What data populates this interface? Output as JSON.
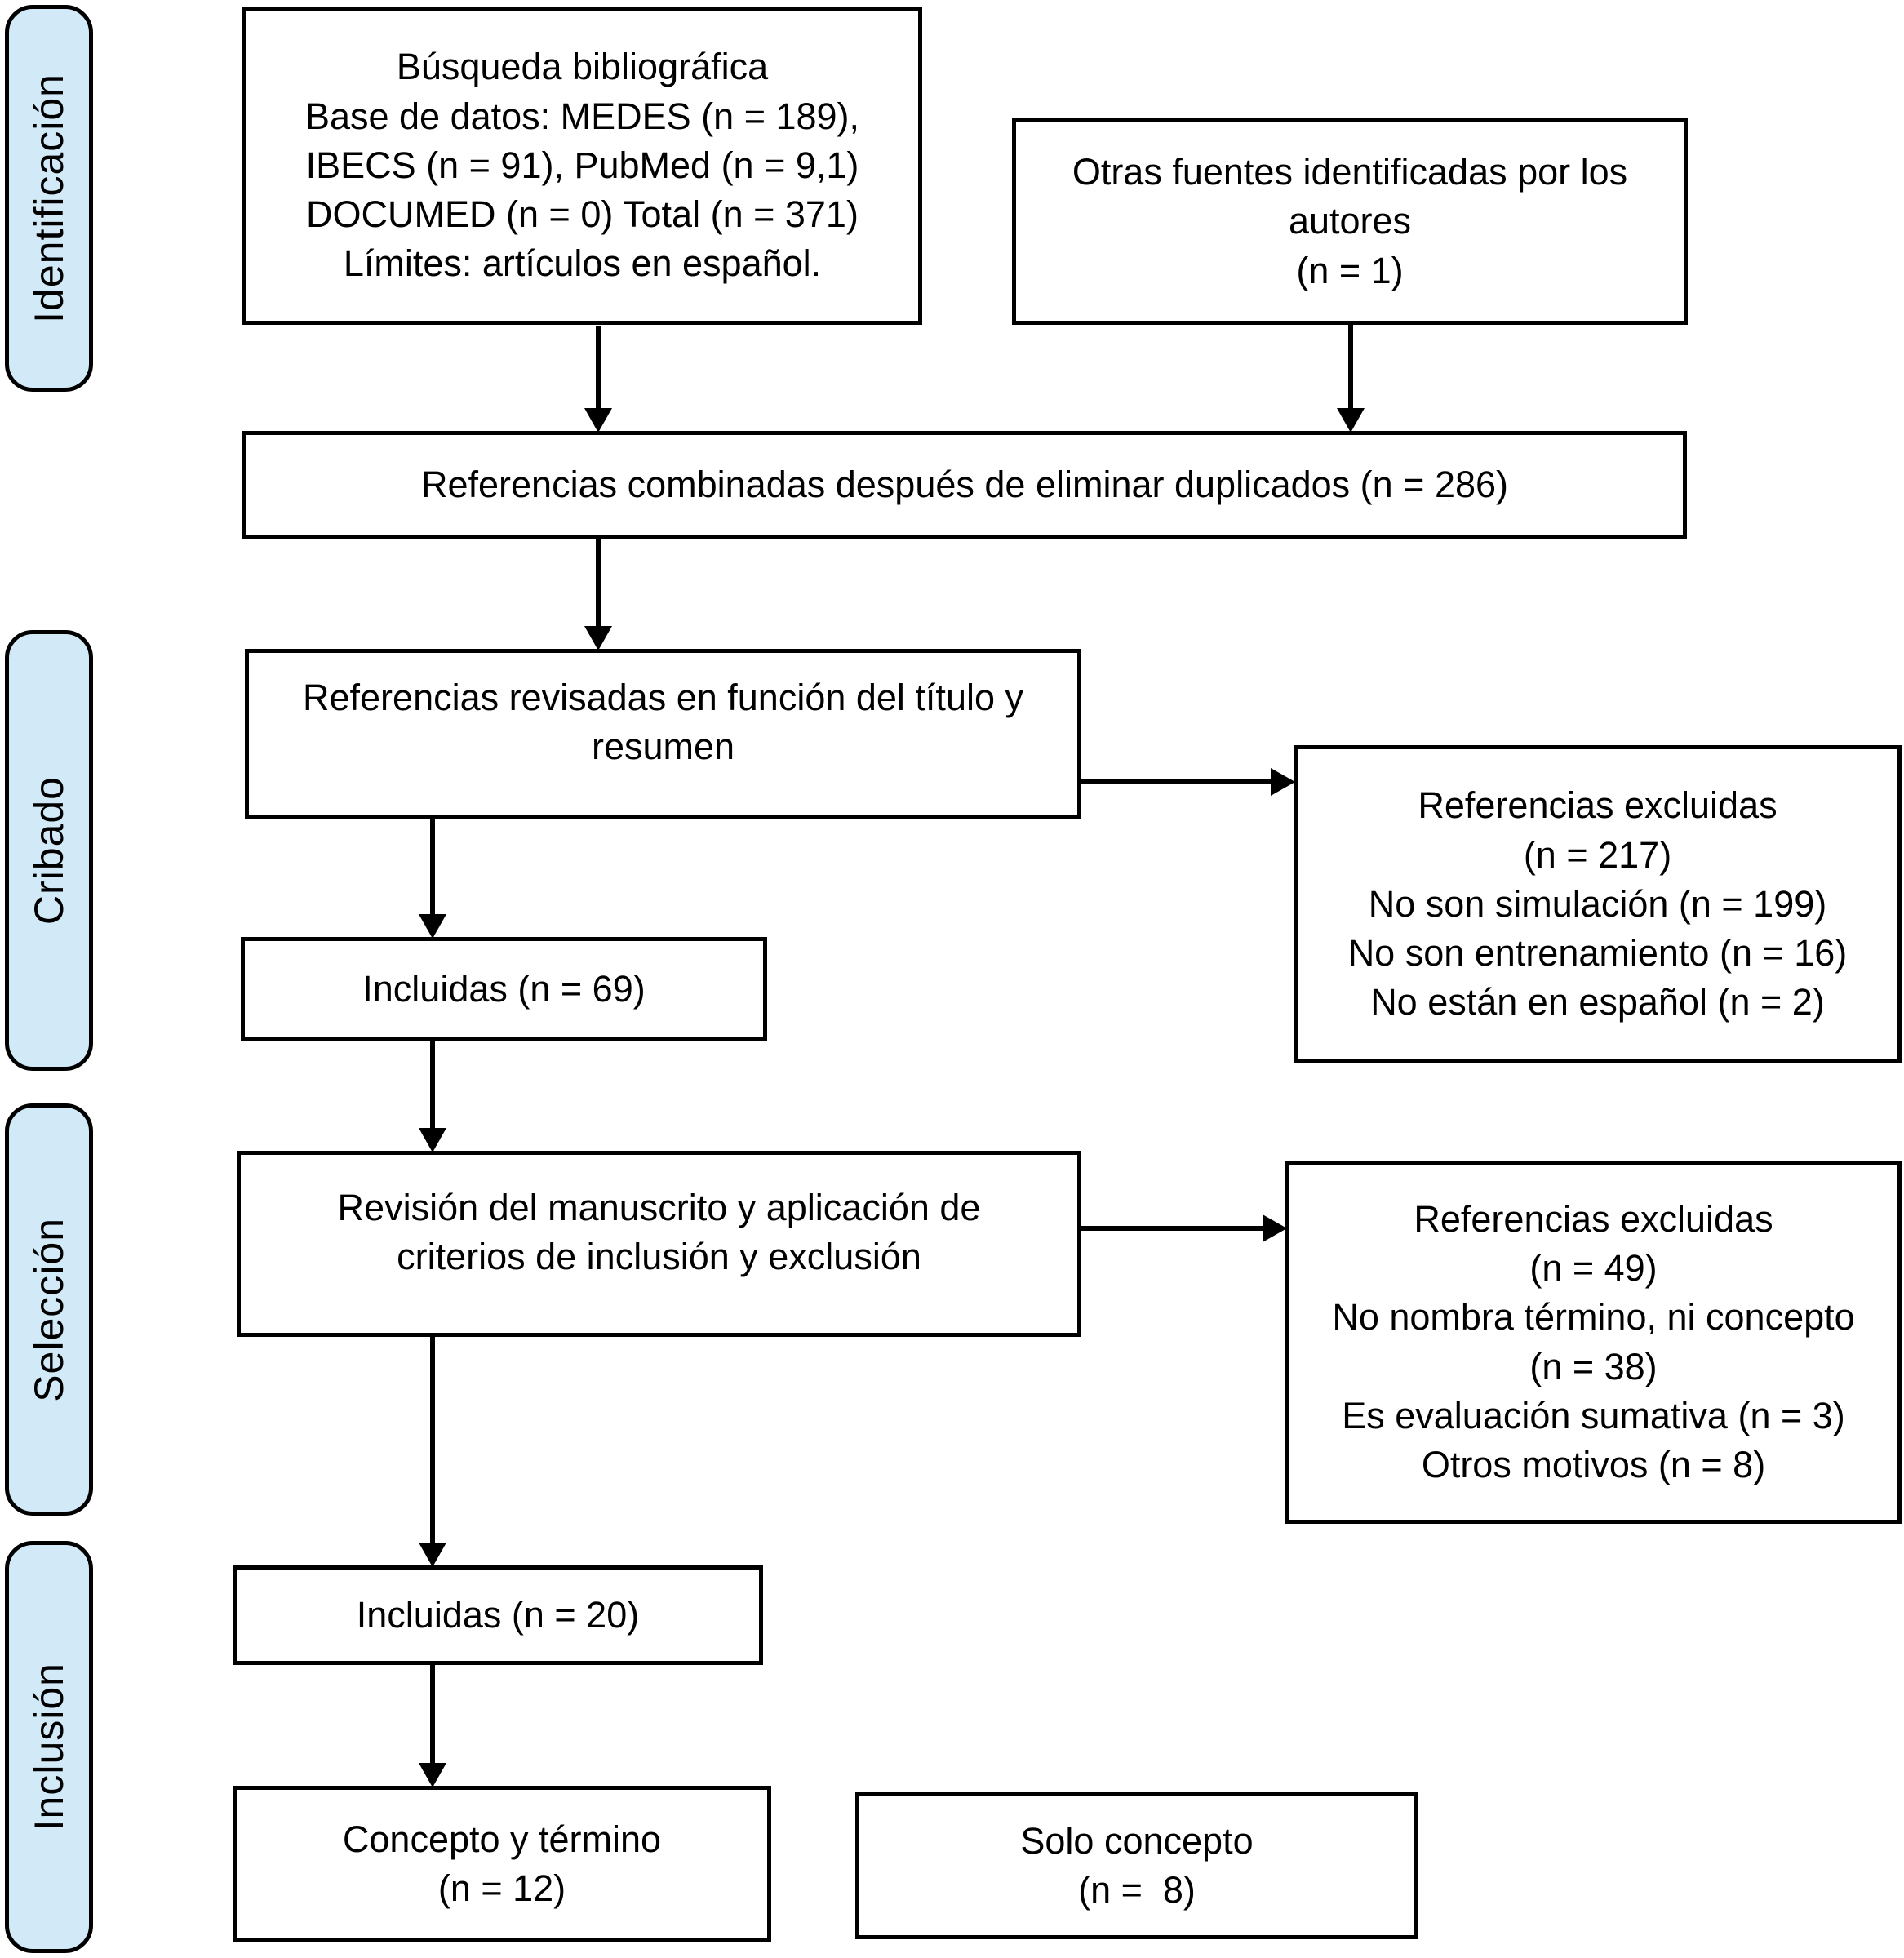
{
  "figure": {
    "type": "prisma-flow-diagram",
    "background_color": "#ffffff",
    "stage_fill_color": "#d2eaf8",
    "stage_border_color": "#000000",
    "box_border_color": "#000000",
    "text_color": "#000000"
  },
  "stages": {
    "identificacion": "Identificación",
    "cribado": "Cribado",
    "seleccion": "Selección",
    "inclusion": "Inclusión"
  },
  "boxes": {
    "busqueda": {
      "lines": [
        "Búsqueda bibliográfica",
        "Base de datos: MEDES (n = 189),",
        "IBECS (n = 91), PubMed (n = 9,1)",
        "DOCUMED (n = 0) Total (n = 371)",
        "Límites: artículos en español."
      ]
    },
    "otras_fuentes": {
      "lines": [
        "Otras fuentes identificadas por los",
        "autores",
        "(n = 1)"
      ]
    },
    "combinadas": {
      "lines": [
        "Referencias combinadas después de eliminar duplicados (n = 286)"
      ]
    },
    "revisadas": {
      "lines": [
        "Referencias revisadas en función del título y",
        "resumen"
      ]
    },
    "excluidas_cribado": {
      "lines": [
        "Referencias excluidas",
        "(n = 217)",
        "No son simulación (n = 199)",
        "No son entrenamiento (n = 16)",
        "No están en español (n = 2)"
      ]
    },
    "incluidas_cribado": {
      "lines": [
        "Incluidas (n = 69)"
      ]
    },
    "revision": {
      "lines": [
        "Revisión del manuscrito y aplicación de",
        "criterios de inclusión y exclusión"
      ]
    },
    "excluidas_seleccion": {
      "lines": [
        "Referencias excluidas",
        "(n = 49)",
        "No nombra término, ni concepto",
        "(n = 38)",
        "Es evaluación sumativa (n = 3)",
        "Otros motivos (n = 8)"
      ]
    },
    "incluidas_seleccion": {
      "lines": [
        "Incluidas (n = 20)"
      ]
    },
    "concepto_termino": {
      "lines": [
        "Concepto y término",
        "(n = 12)"
      ]
    },
    "solo_concepto": {
      "lines": [
        "Solo concepto",
        "(n =  8)"
      ]
    }
  }
}
